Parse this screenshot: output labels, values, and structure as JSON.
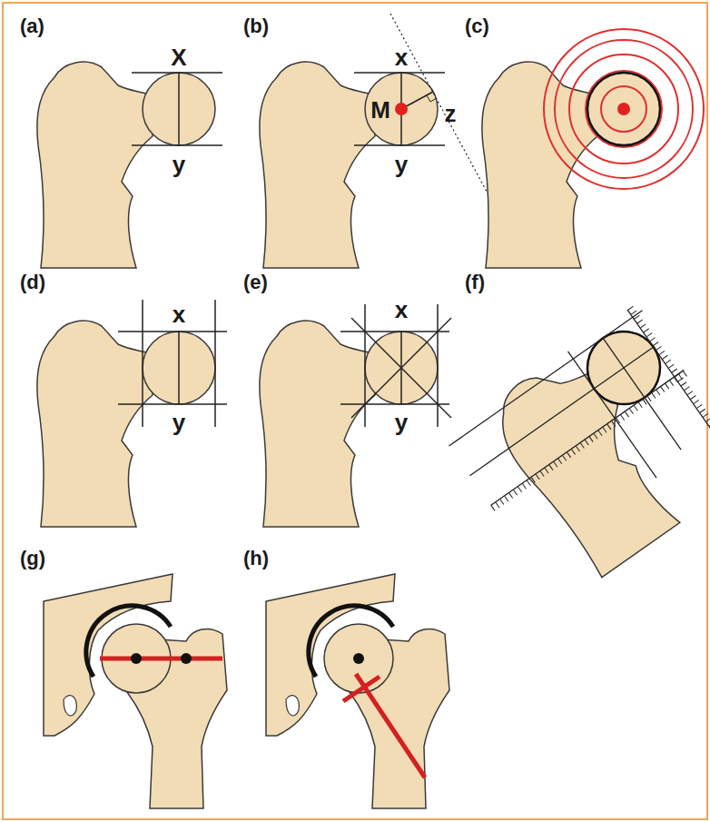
{
  "diagram": {
    "labels": [
      "(a)",
      "X",
      "y",
      "(b)",
      "x",
      "M",
      "z",
      "y",
      "(c)",
      "(d)",
      "x",
      "y",
      "(e)",
      "x",
      "y",
      "(f)",
      "(g)",
      "(h)"
    ]
  }
}
